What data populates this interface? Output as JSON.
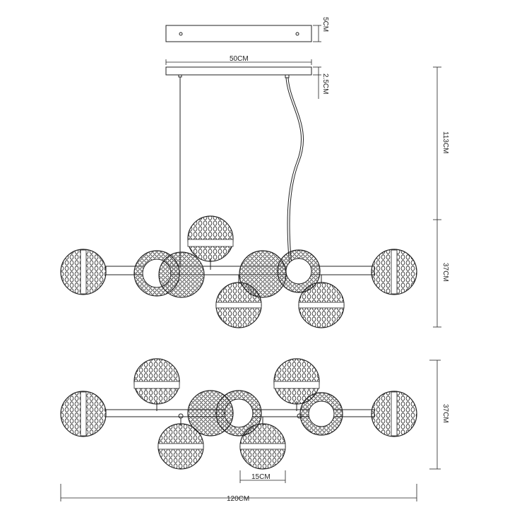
{
  "dimensions": {
    "plate_height": "5CM",
    "canopy_width": "50CM",
    "canopy_height": "2.5CM",
    "suspension_height": "113CM",
    "fixture_height_front": "37CM",
    "fixture_height_top": "37CM",
    "shade_diameter": "15CM",
    "total_length": "120CM"
  },
  "colors": {
    "line": "#222222",
    "background": "#ffffff"
  }
}
